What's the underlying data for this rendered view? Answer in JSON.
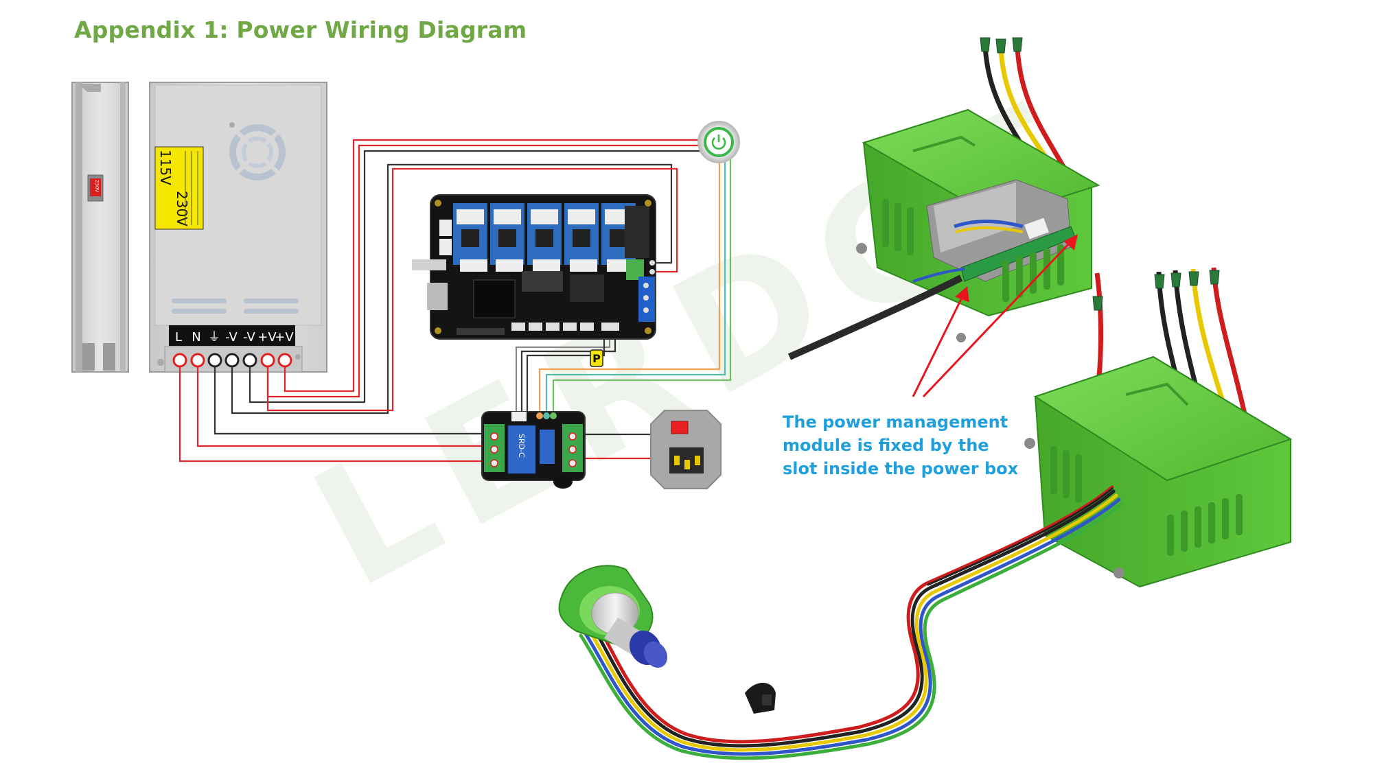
{
  "title": "Appendix 1: Power Wiring Diagram",
  "watermark": "LERDGE",
  "psu": {
    "voltage_label_1": "115V",
    "voltage_label_2": "230V",
    "switch_label": "230V",
    "terminals": [
      "L",
      "N",
      "⏚",
      "-V",
      "-V",
      "+V",
      "+V"
    ]
  },
  "relay_module": {
    "label": "SRD-C"
  },
  "connector_label": "P",
  "caption": {
    "line1": "The power management",
    "line2": "module is fixed by the",
    "line3": "slot inside the power box"
  },
  "colors": {
    "title": "#6fa845",
    "caption": "#1fa0dc",
    "wire_red": "#e0262a",
    "wire_black": "#333333",
    "wire_yellow": "#e8c800",
    "wire_blue": "#2f56c8",
    "wire_green": "#3cae3c",
    "wire_orange": "#f0a050",
    "wire_teal": "#56bca8",
    "box_green": "#5ec83c",
    "arrow_red": "#e8141e"
  }
}
